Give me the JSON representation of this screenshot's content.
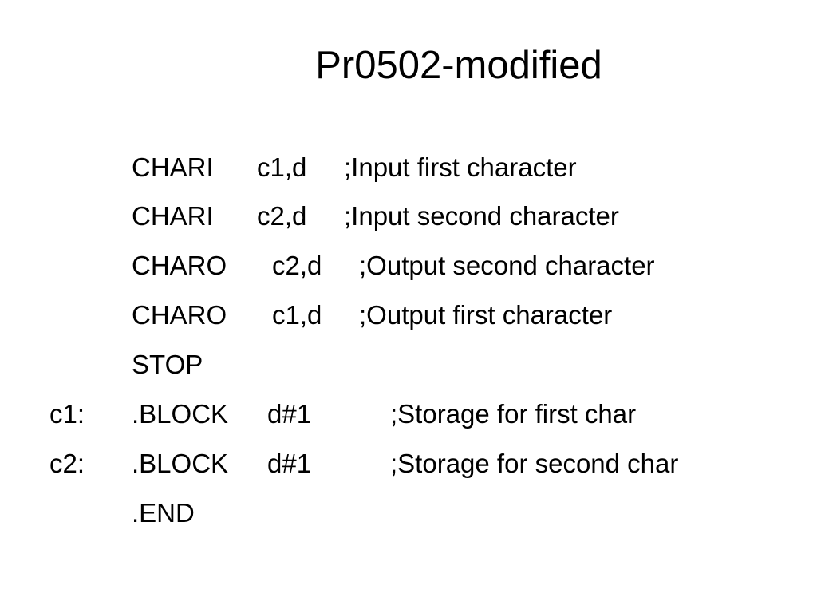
{
  "slide": {
    "title": "Pr0502-modified"
  },
  "program": {
    "lines": [
      {
        "label": "",
        "mnemonic": "CHARI",
        "operand": "c1,d",
        "comment": ";Input first character"
      },
      {
        "label": "",
        "mnemonic": "CHARI",
        "operand": "c2,d",
        "comment": ";Input second character"
      },
      {
        "label": "",
        "mnemonic": "CHARO",
        "operand": "c2,d",
        "comment": ";Output second character"
      },
      {
        "label": "",
        "mnemonic": "CHARO",
        "operand": "c1,d",
        "comment": ";Output first character"
      },
      {
        "label": "",
        "mnemonic": "STOP",
        "operand": "",
        "comment": ""
      },
      {
        "label": "c1:",
        "mnemonic": ".BLOCK",
        "operand": "d#1",
        "comment": ";Storage for first char"
      },
      {
        "label": "c2:",
        "mnemonic": ".BLOCK",
        "operand": "d#1",
        "comment": ";Storage for second char"
      },
      {
        "label": "",
        "mnemonic": ".END",
        "operand": "",
        "comment": ""
      }
    ]
  }
}
